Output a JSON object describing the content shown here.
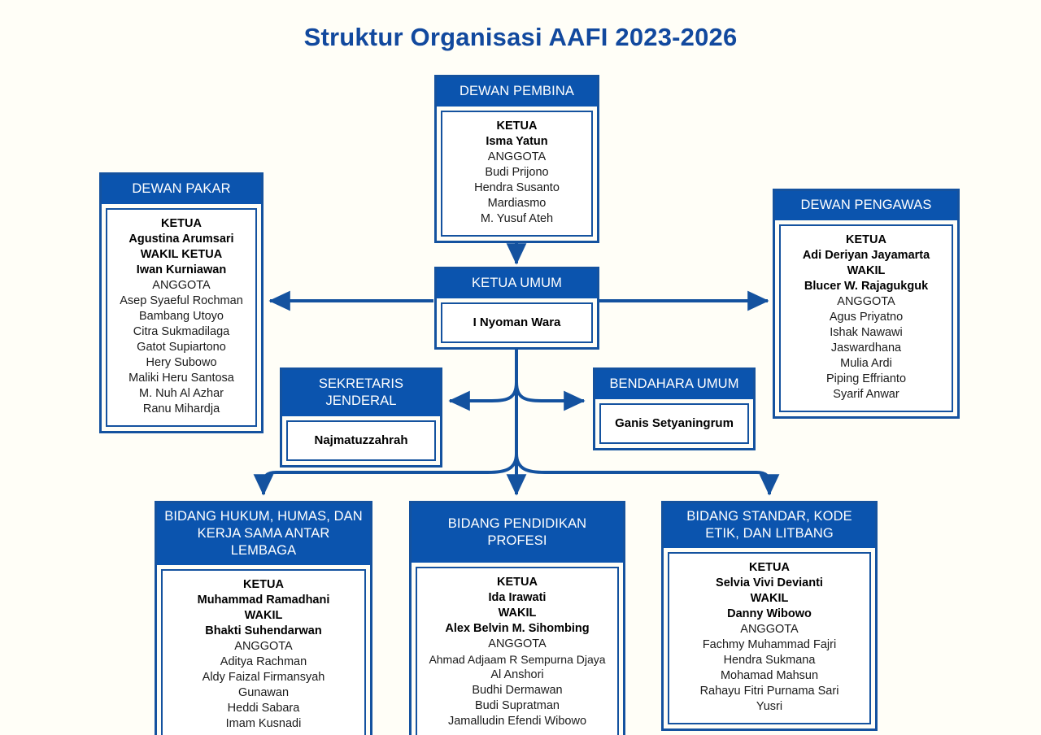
{
  "page": {
    "title": "Struktur Organisasi AAFI 2023-2026",
    "background_color": "#FFFEF7",
    "accent_color": "#0B54AE",
    "border_color": "#14529F",
    "title_color": "#12499E"
  },
  "nodes": {
    "dewan_pembina": {
      "header": "DEWAN PEMBINA",
      "lines": [
        {
          "text": "KETUA",
          "bold": true
        },
        {
          "text": "Isma Yatun",
          "bold": true
        },
        {
          "text": "ANGGOTA",
          "bold": false
        },
        {
          "text": "Budi Prijono",
          "bold": false
        },
        {
          "text": "Hendra Susanto",
          "bold": false
        },
        {
          "text": "Mardiasmo",
          "bold": false
        },
        {
          "text": "M. Yusuf Ateh",
          "bold": false
        }
      ]
    },
    "dewan_pakar": {
      "header": "DEWAN PAKAR",
      "lines": [
        {
          "text": "KETUA",
          "bold": true
        },
        {
          "text": "Agustina Arumsari",
          "bold": true
        },
        {
          "text": "WAKIL KETUA",
          "bold": true
        },
        {
          "text": "Iwan Kurniawan",
          "bold": true
        },
        {
          "text": "ANGGOTA",
          "bold": false
        },
        {
          "text": "Asep Syaeful Rochman",
          "bold": false
        },
        {
          "text": "Bambang Utoyo",
          "bold": false
        },
        {
          "text": "Citra Sukmadilaga",
          "bold": false
        },
        {
          "text": "Gatot Supiartono",
          "bold": false
        },
        {
          "text": "Hery Subowo",
          "bold": false
        },
        {
          "text": "Maliki Heru Santosa",
          "bold": false
        },
        {
          "text": "M. Nuh Al Azhar",
          "bold": false
        },
        {
          "text": "Ranu Mihardja",
          "bold": false
        }
      ]
    },
    "dewan_pengawas": {
      "header": "DEWAN PENGAWAS",
      "lines": [
        {
          "text": "KETUA",
          "bold": true
        },
        {
          "text": "Adi Deriyan Jayamarta",
          "bold": true
        },
        {
          "text": "WAKIL",
          "bold": true
        },
        {
          "text": "Blucer W. Rajagukguk",
          "bold": true
        },
        {
          "text": "ANGGOTA",
          "bold": false
        },
        {
          "text": "Agus Priyatno",
          "bold": false
        },
        {
          "text": "Ishak Nawawi",
          "bold": false
        },
        {
          "text": "Jaswardhana",
          "bold": false
        },
        {
          "text": "Mulia Ardi",
          "bold": false
        },
        {
          "text": "Piping Effrianto",
          "bold": false
        },
        {
          "text": "Syarif Anwar",
          "bold": false
        }
      ]
    },
    "ketua_umum": {
      "header": "KETUA UMUM",
      "lines": [
        {
          "text": "I Nyoman Wara",
          "bold": true
        }
      ]
    },
    "sekretaris_jenderal": {
      "header": "SEKRETARIS JENDERAL",
      "lines": [
        {
          "text": "Najmatuzzahrah",
          "bold": true
        }
      ]
    },
    "bendahara_umum": {
      "header": "BENDAHARA UMUM",
      "lines": [
        {
          "text": "Ganis Setyaningrum",
          "bold": true
        }
      ]
    },
    "bidang_hukum": {
      "header": "BIDANG HUKUM, HUMAS, DAN KERJA SAMA ANTAR LEMBAGA",
      "lines": [
        {
          "text": "KETUA",
          "bold": true
        },
        {
          "text": "Muhammad Ramadhani",
          "bold": true
        },
        {
          "text": "WAKIL",
          "bold": true
        },
        {
          "text": "Bhakti Suhendarwan",
          "bold": true
        },
        {
          "text": "ANGGOTA",
          "bold": false
        },
        {
          "text": "Aditya Rachman",
          "bold": false
        },
        {
          "text": "Aldy Faizal Firmansyah",
          "bold": false
        },
        {
          "text": "Gunawan",
          "bold": false
        },
        {
          "text": "Heddi Sabara",
          "bold": false
        },
        {
          "text": "Imam Kusnadi",
          "bold": false
        }
      ]
    },
    "bidang_pendidikan": {
      "header": "BIDANG PENDIDIKAN PROFESI",
      "lines": [
        {
          "text": "KETUA",
          "bold": true
        },
        {
          "text": "Ida Irawati",
          "bold": true
        },
        {
          "text": "WAKIL",
          "bold": true
        },
        {
          "text": "Alex Belvin M. Sihombing",
          "bold": true
        },
        {
          "text": "ANGGOTA",
          "bold": false
        },
        {
          "text": "Ahmad Adjaam R Sempurna Djaya",
          "bold": false
        },
        {
          "text": "Al Anshori",
          "bold": false
        },
        {
          "text": "Budhi Dermawan",
          "bold": false
        },
        {
          "text": "Budi Supratman",
          "bold": false
        },
        {
          "text": "Jamalludin Efendi Wibowo",
          "bold": false
        }
      ]
    },
    "bidang_standar": {
      "header": "BIDANG STANDAR, KODE ETIK, DAN LITBANG",
      "lines": [
        {
          "text": "KETUA",
          "bold": true
        },
        {
          "text": "Selvia Vivi Devianti",
          "bold": true
        },
        {
          "text": "WAKIL",
          "bold": true
        },
        {
          "text": "Danny Wibowo",
          "bold": true
        },
        {
          "text": "ANGGOTA",
          "bold": false
        },
        {
          "text": "Fachmy Muhammad Fajri",
          "bold": false
        },
        {
          "text": "Hendra Sukmana",
          "bold": false
        },
        {
          "text": "Mohamad Mahsun",
          "bold": false
        },
        {
          "text": "Rahayu Fitri Purnama Sari",
          "bold": false
        },
        {
          "text": "Yusri",
          "bold": false
        }
      ]
    }
  }
}
